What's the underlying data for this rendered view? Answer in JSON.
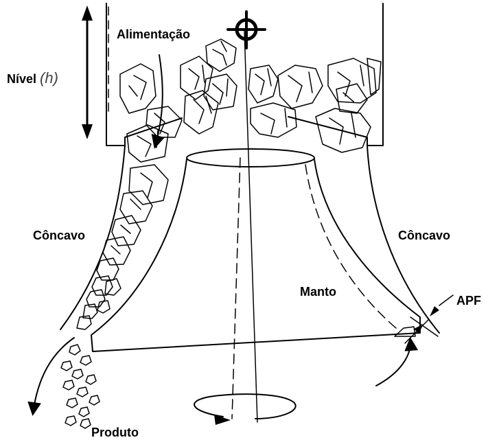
{
  "labels": {
    "nivel": "Nível",
    "nivel_h": "(h)",
    "alimentacao": "Alimentação",
    "concavo_left": "Côncavo",
    "concavo_right": "Côncavo",
    "manto": "Manto",
    "apf": "APF",
    "produto": "Produto"
  },
  "colors": {
    "line": "#000000",
    "background": "#ffffff"
  }
}
